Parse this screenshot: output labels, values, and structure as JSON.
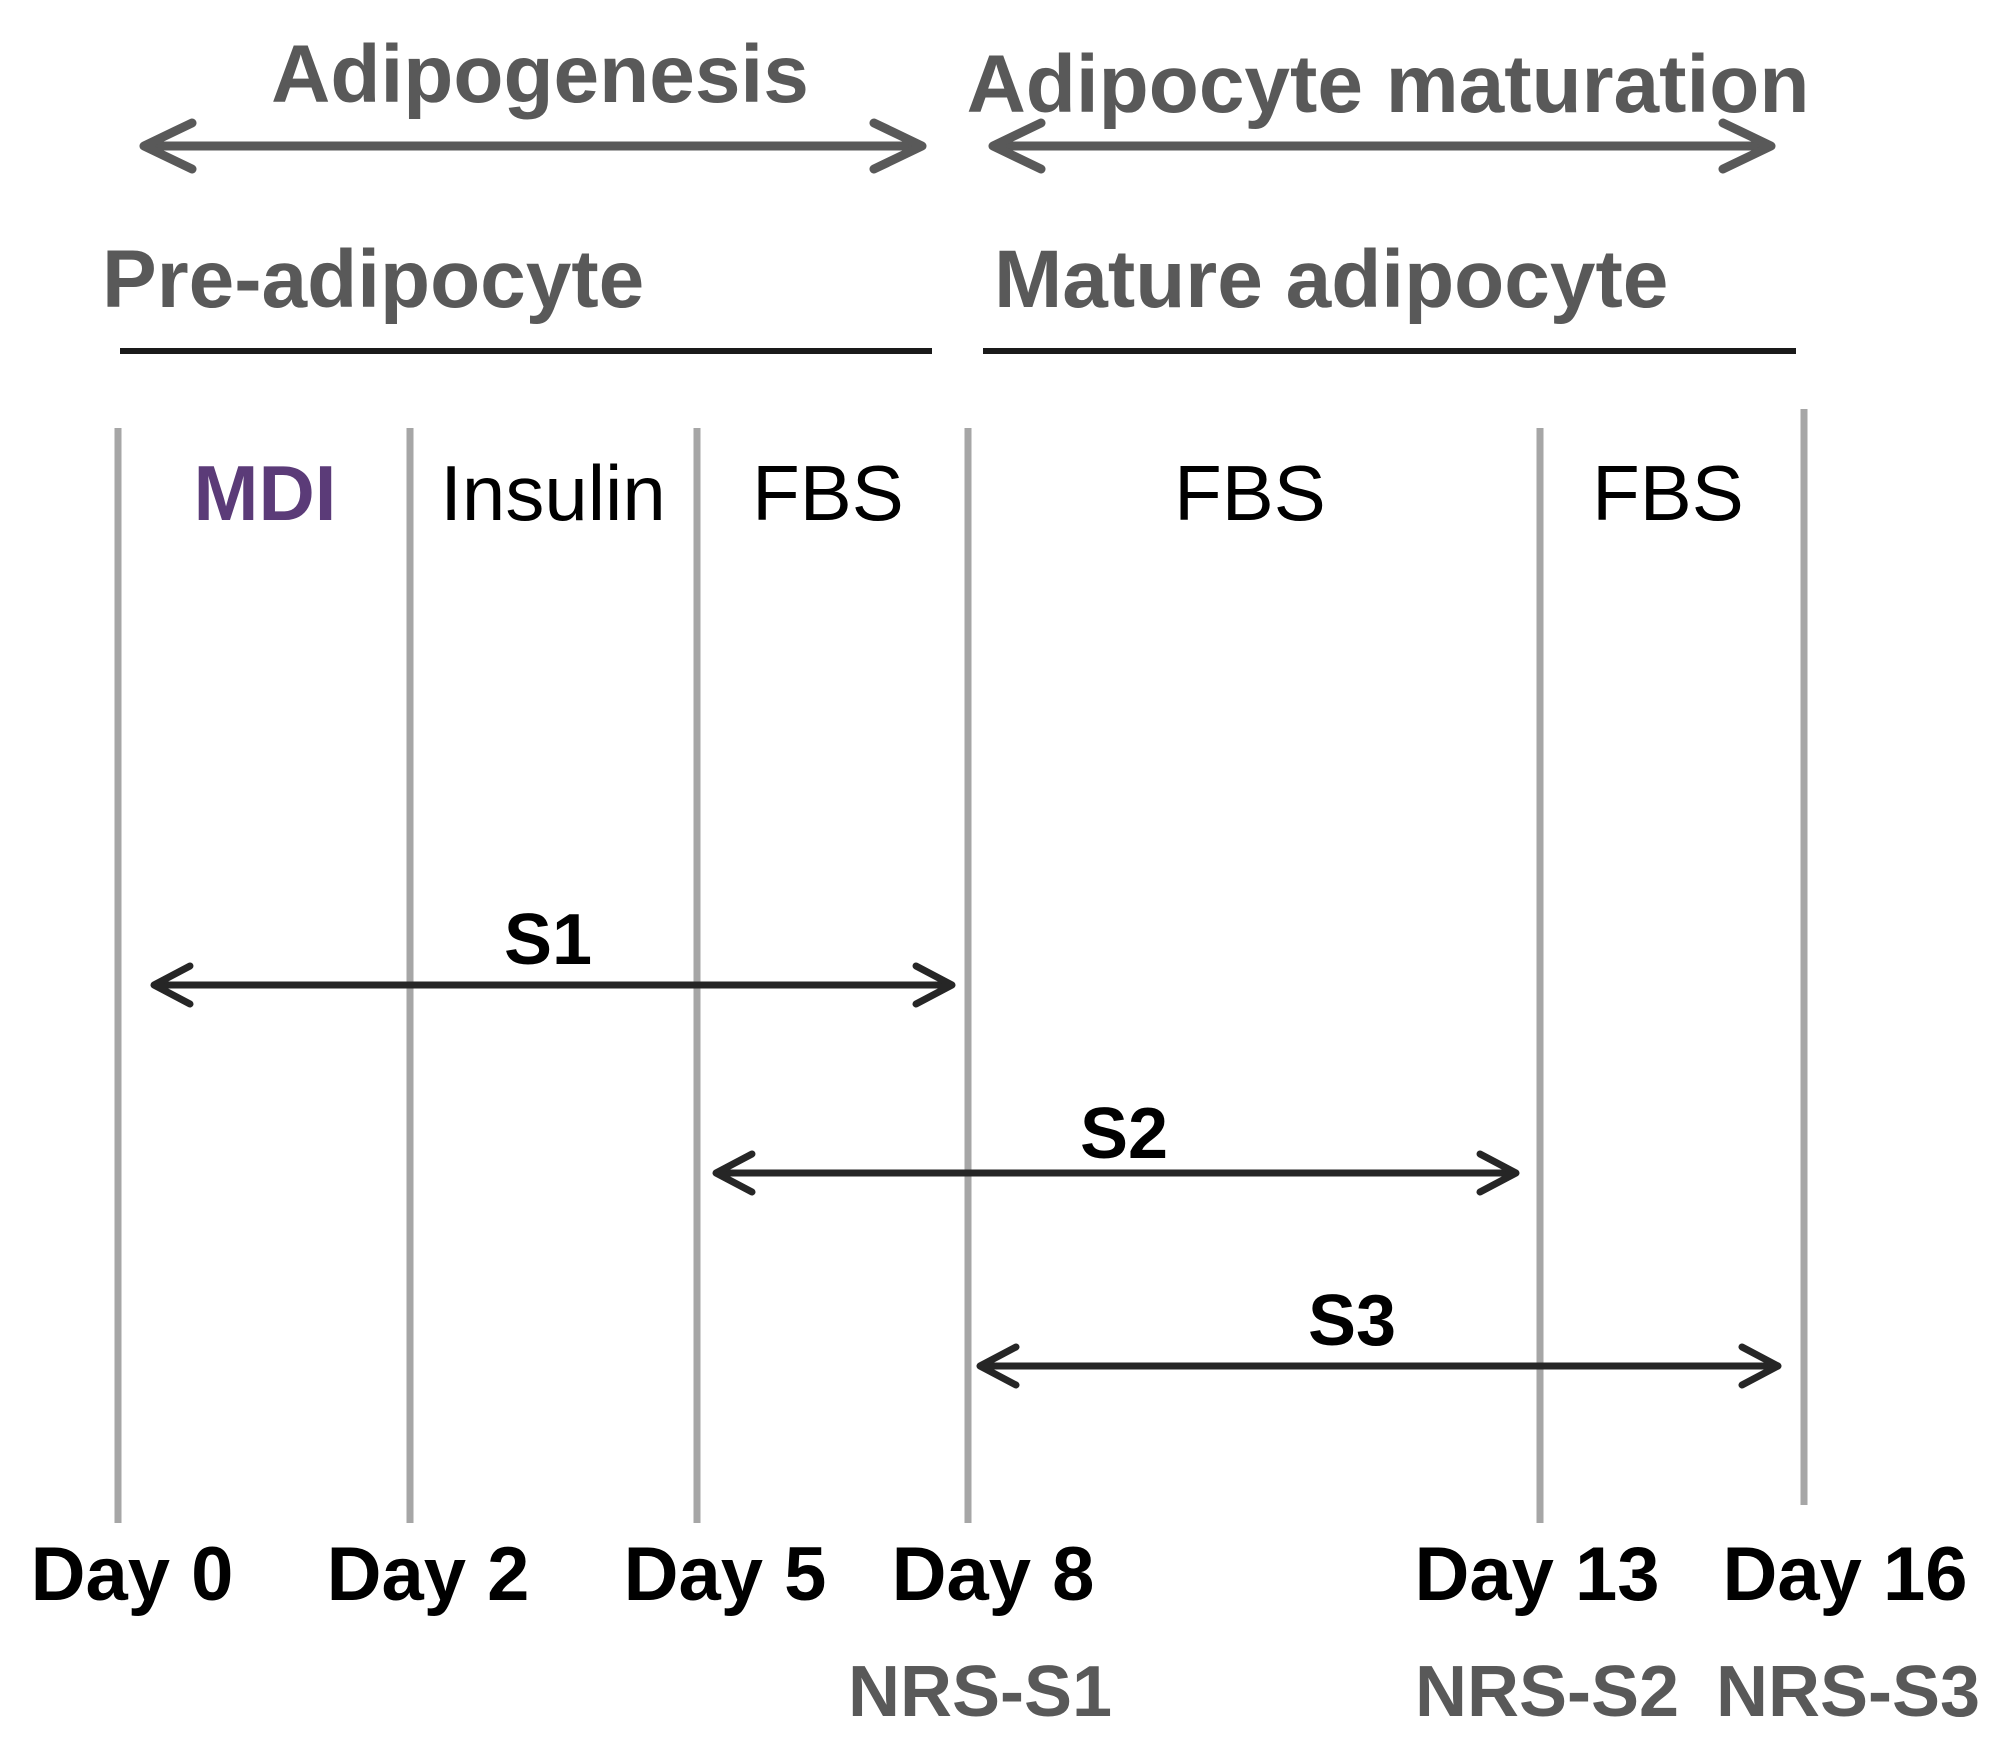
{
  "phases": {
    "adipogenesis": "Adipogenesis",
    "maturation": "Adipocyte maturation"
  },
  "stages": {
    "pre": "Pre-adipocyte",
    "mature": "Mature adipocyte"
  },
  "media": [
    "MDI",
    "Insulin",
    "FBS",
    "FBS",
    "FBS"
  ],
  "segments": [
    "S1",
    "S2",
    "S3"
  ],
  "days": [
    "Day 0",
    "Day 2",
    "Day 5",
    "Day 8",
    "Day 13",
    "Day 16"
  ],
  "nrs": [
    "NRS-S1",
    "NRS-S2",
    "NRS-S3"
  ],
  "colors": {
    "mdi": "#5b3b78",
    "phase_text": "#595959",
    "phase_arrow": "#595959",
    "divider": "#a6a6a6",
    "segment_arrow": "#262626"
  }
}
